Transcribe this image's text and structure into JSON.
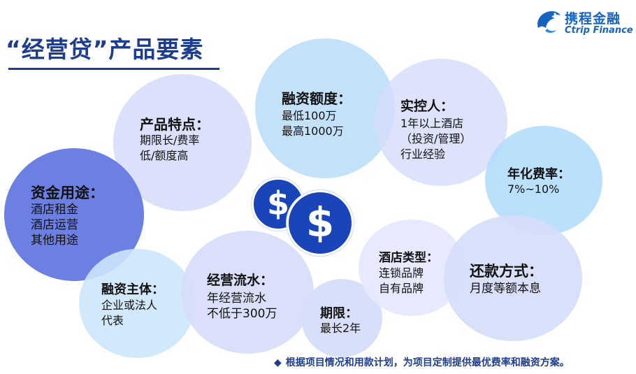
{
  "title": "“经营贷”产品要素",
  "logo": {
    "cn": "携程金融",
    "en": "Ctrip Finance"
  },
  "bubbles": {
    "product_features": {
      "title": "产品特点：",
      "lines": [
        "期限长/费率",
        "低/额度高"
      ]
    },
    "fund_usage": {
      "title": "资金用途：",
      "lines": [
        "酒店租金",
        "酒店运营",
        "其他用途"
      ]
    },
    "financing_entity": {
      "title": "融资主体：",
      "lines": [
        "企业或法人",
        "代表"
      ]
    },
    "cash_flow": {
      "title": "经营流水：",
      "lines": [
        "年经营流水",
        "不低于300万"
      ]
    },
    "amount": {
      "title": "融资额度：",
      "lines": [
        "最低100万",
        "最高1000万"
      ]
    },
    "controller": {
      "title": "实控人：",
      "lines": [
        "1年以上酒店",
        "（投资/管理）",
        "行业经验"
      ]
    },
    "annual_rate": {
      "title": "年化费率：",
      "lines": [
        "7%~10%"
      ]
    },
    "hotel_type": {
      "title": "酒店类型：",
      "lines": [
        "连锁品牌",
        "自有品牌"
      ]
    },
    "repayment": {
      "title": "还款方式：",
      "lines": [
        "月度等额本息"
      ]
    },
    "term": {
      "title": "期限：",
      "lines": [
        "最长2年"
      ]
    }
  },
  "coins": {
    "symbol": "$"
  },
  "footnote": "根据项目情况和用款计划，为项目定制提供最优费率和融资方案。",
  "colors": {
    "title": "#1f3d8f",
    "accent": "#1a45b8",
    "bubble_light": "#dbe3fb",
    "bubble_blue": "#cde6fb",
    "bubble_dark": "#6f83e8"
  }
}
